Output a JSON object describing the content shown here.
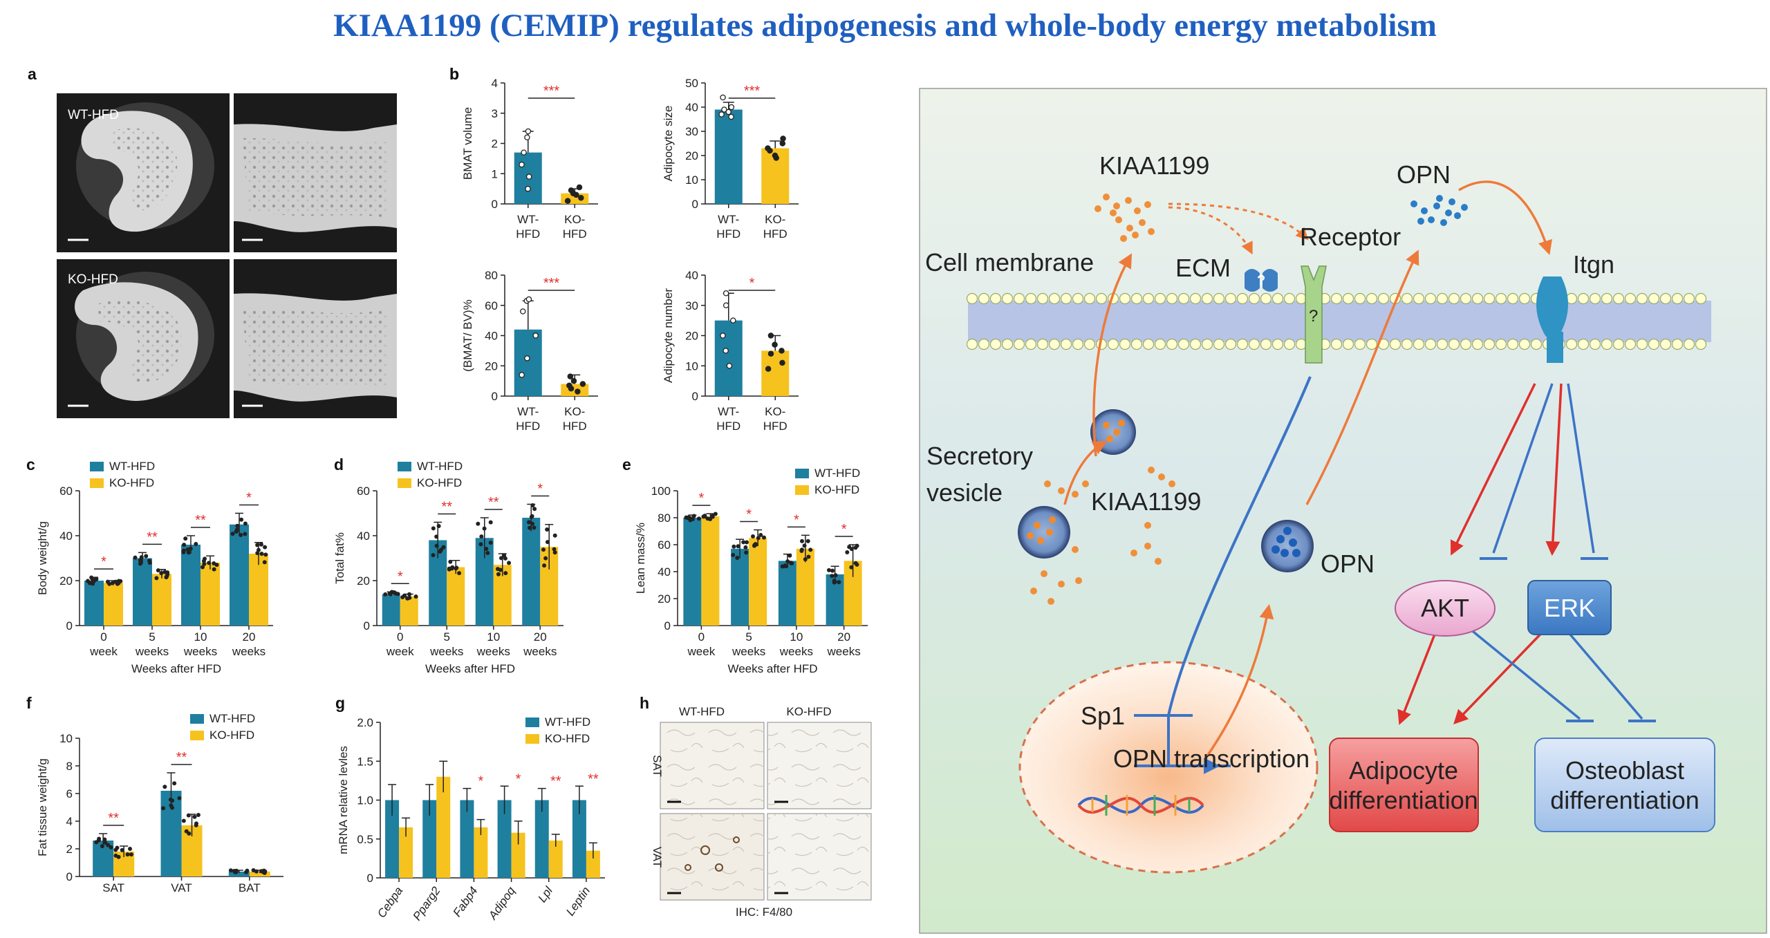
{
  "title": "KIAA1199 (CEMIP) regulates adipogenesis and whole-body energy metabolism",
  "colors": {
    "wt": "#1f7f9f",
    "ko": "#f6c21e",
    "sig": "#e0302c",
    "title": "#1f5fc0"
  },
  "panel_a": {
    "label": "a",
    "row_labels": [
      "WT-HFD",
      "KO-HFD"
    ]
  },
  "chart_data": [
    {
      "id": "b1",
      "panel": "b",
      "type": "bar",
      "categories": [
        "WT-\nHFD",
        "KO-\nHFD"
      ],
      "values": [
        1.7,
        0.35
      ],
      "errors": [
        0.7,
        0.15
      ],
      "ylabel": "BMAT volume",
      "yticks": [
        0,
        1,
        2,
        3,
        4
      ],
      "ylim": [
        0,
        4
      ],
      "significance": "***",
      "points": [
        [
          0.5,
          0.9,
          1.3,
          1.7,
          2.2,
          2.4
        ],
        [
          0.1,
          0.2,
          0.3,
          0.35,
          0.45,
          0.55
        ]
      ]
    },
    {
      "id": "b2",
      "panel": "",
      "type": "bar",
      "categories": [
        "WT-\nHFD",
        "KO-\nHFD"
      ],
      "values": [
        39,
        23
      ],
      "errors": [
        3,
        3
      ],
      "ylabel": "Adipocyte size",
      "yticks": [
        0,
        10,
        20,
        30,
        40,
        50
      ],
      "ylim": [
        0,
        50
      ],
      "significance": "***",
      "points": [
        [
          36,
          37,
          38,
          39,
          40,
          44
        ],
        [
          19,
          20,
          22,
          23,
          25,
          27
        ]
      ]
    },
    {
      "id": "b3",
      "panel": "",
      "type": "bar",
      "categories": [
        "WT-\nHFD",
        "KO-\nHFD"
      ],
      "values": [
        44,
        8
      ],
      "errors": [
        19,
        6
      ],
      "ylabel": "(BMAT/ BV)%",
      "yticks": [
        0,
        20,
        40,
        60,
        80
      ],
      "ylim": [
        0,
        80
      ],
      "significance": "***",
      "points": [
        [
          14,
          25,
          40,
          56,
          63,
          64
        ],
        [
          3,
          5,
          7,
          8,
          10,
          13
        ]
      ]
    },
    {
      "id": "b4",
      "panel": "",
      "type": "bar",
      "categories": [
        "WT-\nHFD",
        "KO-\nHFD"
      ],
      "values": [
        25,
        15
      ],
      "errors": [
        9,
        5
      ],
      "ylabel": "Adipocyte number",
      "yticks": [
        0,
        10,
        20,
        30,
        40
      ],
      "ylim": [
        0,
        40
      ],
      "significance": "*",
      "points": [
        [
          10,
          15,
          20,
          25,
          30,
          34
        ],
        [
          9,
          11,
          14,
          15,
          17,
          20
        ]
      ]
    },
    {
      "id": "c",
      "panel": "c",
      "type": "bar",
      "categories": [
        "0\nweek",
        "5\nweeks",
        "10\nweeks",
        "20\nweeks"
      ],
      "series": [
        {
          "name": "WT-HFD",
          "values": [
            20,
            30,
            36,
            45
          ],
          "errors": [
            1.5,
            2.5,
            4,
            5
          ]
        },
        {
          "name": "KO-HFD",
          "values": [
            19,
            23,
            28,
            32
          ],
          "errors": [
            1,
            2,
            3,
            5
          ]
        }
      ],
      "ylabel": "Body weight/g",
      "xlabel": "Weeks after HFD",
      "yticks": [
        0,
        20,
        40,
        60
      ],
      "ylim": [
        0,
        60
      ],
      "significance": [
        "*",
        "**",
        "**",
        "*"
      ]
    },
    {
      "id": "d",
      "panel": "d",
      "type": "bar",
      "categories": [
        "0\nweek",
        "5\nweeks",
        "10\nweeks",
        "20\nweeks"
      ],
      "series": [
        {
          "name": "WT-HFD",
          "values": [
            14,
            38,
            39,
            48
          ],
          "errors": [
            1,
            8,
            9,
            6
          ]
        },
        {
          "name": "KO-HFD",
          "values": [
            13,
            26,
            27,
            35
          ],
          "errors": [
            1,
            3,
            5,
            10
          ]
        }
      ],
      "ylabel": "Total fat%",
      "xlabel": "Weeks after HFD",
      "yticks": [
        0,
        20,
        40,
        60
      ],
      "ylim": [
        0,
        60
      ],
      "significance": [
        "*",
        "**",
        "**",
        "*"
      ]
    },
    {
      "id": "e",
      "panel": "e",
      "type": "bar",
      "categories": [
        "0\nweek",
        "5\nweeks",
        "10\nweeks",
        "20\nweeks"
      ],
      "series": [
        {
          "name": "WT-HFD",
          "values": [
            80,
            57,
            48,
            38
          ],
          "errors": [
            2,
            7,
            5,
            6
          ]
        },
        {
          "name": "KO-HFD",
          "values": [
            81,
            65,
            57,
            48
          ],
          "errors": [
            2,
            6,
            10,
            12
          ]
        }
      ],
      "ylabel": "Lean mass/%",
      "xlabel": "Weeks after HFD",
      "yticks": [
        0,
        20,
        40,
        60,
        80,
        100
      ],
      "ylim": [
        0,
        100
      ],
      "significance": [
        "*",
        "*",
        "*",
        "*"
      ]
    },
    {
      "id": "f",
      "panel": "f",
      "type": "bar",
      "categories": [
        "SAT",
        "VAT",
        "BAT"
      ],
      "series": [
        {
          "name": "WT-HFD",
          "values": [
            2.6,
            6.2,
            0.35
          ],
          "errors": [
            0.5,
            1.3,
            0.1
          ]
        },
        {
          "name": "KO-HFD",
          "values": [
            1.8,
            3.7,
            0.35
          ],
          "errors": [
            0.4,
            0.8,
            0.1
          ]
        }
      ],
      "ylabel": "Fat tissue weight/g",
      "yticks": [
        0,
        2,
        4,
        6,
        8,
        10
      ],
      "ylim": [
        0,
        10
      ],
      "significance": [
        "**",
        "**",
        ""
      ]
    },
    {
      "id": "g",
      "panel": "g",
      "type": "bar",
      "categories": [
        "Cebpa",
        "Pparg2",
        "Fabp4",
        "Adipoq",
        "Lpl",
        "Leptin"
      ],
      "series": [
        {
          "name": "WT-HFD",
          "values": [
            1.0,
            1.0,
            1.0,
            1.0,
            1.0,
            1.0
          ],
          "errors": [
            0.2,
            0.2,
            0.15,
            0.18,
            0.15,
            0.18
          ]
        },
        {
          "name": "KO-HFD",
          "values": [
            0.65,
            1.3,
            0.65,
            0.58,
            0.48,
            0.35
          ],
          "errors": [
            0.12,
            0.2,
            0.1,
            0.15,
            0.08,
            0.1
          ]
        }
      ],
      "ylabel": "mRNA relative levles",
      "yticks": [
        0,
        0.5,
        1.0,
        1.5,
        2.0
      ],
      "ytick_labels": [
        "0",
        "0.5",
        "1.0",
        "1.5",
        "2.0"
      ],
      "ylim": [
        0,
        2
      ],
      "significance": [
        "",
        "",
        "*",
        "*",
        "**",
        "**"
      ]
    }
  ],
  "panel_h": {
    "label": "h",
    "col_labels": [
      "WT-HFD",
      "KO-HFD"
    ],
    "row_labels": [
      "SAT",
      "VAT"
    ],
    "caption": "IHC: F4/80"
  },
  "diagram": {
    "kiaa_top": "KIAA1199",
    "opn_top": "OPN",
    "cell_membrane": "Cell membrane",
    "ecm": "ECM",
    "receptor": "Receptor",
    "itgn": "Itgn",
    "q1": "?",
    "q2": "?",
    "secretory_vesicle_1": "Secretory",
    "secretory_vesicle_2": "vesicle",
    "kiaa_mid": "KIAA1199",
    "opn_mid": "OPN",
    "akt": "AKT",
    "erk": "ERK",
    "sp1": "Sp1",
    "opn_transcription": "OPN transcription",
    "adipo_1": "Adipocyte",
    "adipo_2": "differentiation",
    "osteo_1": "Osteoblast",
    "osteo_2": "differentiation"
  }
}
